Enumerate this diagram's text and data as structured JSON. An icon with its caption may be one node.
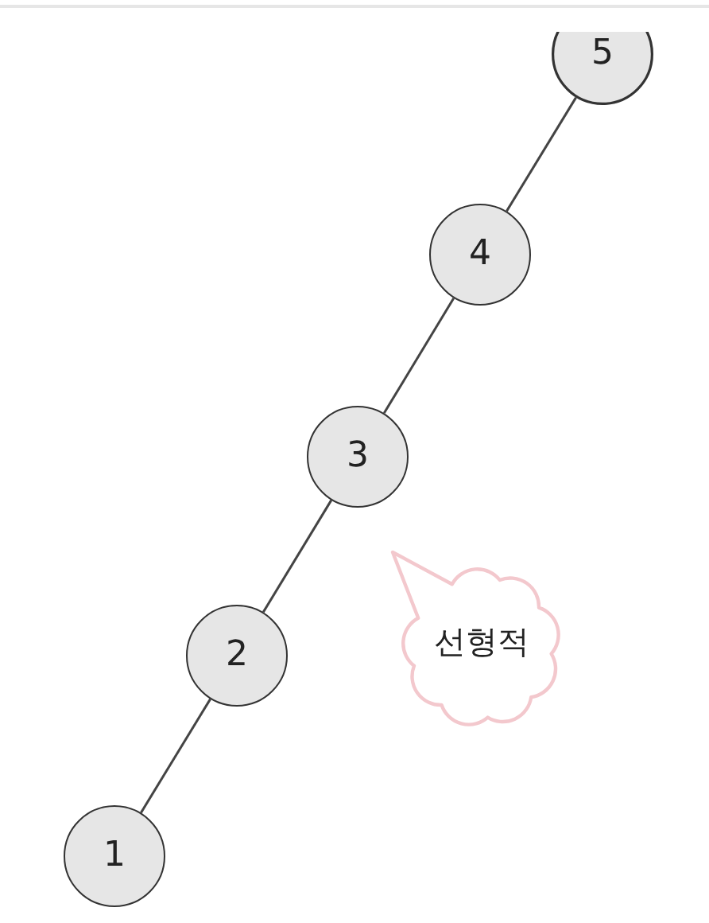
{
  "diagram": {
    "nodes": [
      {
        "text": [
          "5"
        ]
      },
      {
        "text": [
          "4"
        ]
      },
      {
        "text": [
          "3"
        ]
      },
      {
        "text": [
          "2"
        ]
      },
      {
        "text": [
          "선형적"
        ]
      },
      {
        "text": [
          "1"
        ]
      }
    ],
    "edges": [
      {
        "from": 0,
        "to": 1,
        "arrow": "none"
      },
      {
        "from": 1,
        "to": 2,
        "arrow": "none"
      },
      {
        "from": 2,
        "to": 3,
        "arrow": "none"
      },
      {
        "from": 3,
        "to": 5,
        "arrow": "none"
      }
    ]
  }
}
